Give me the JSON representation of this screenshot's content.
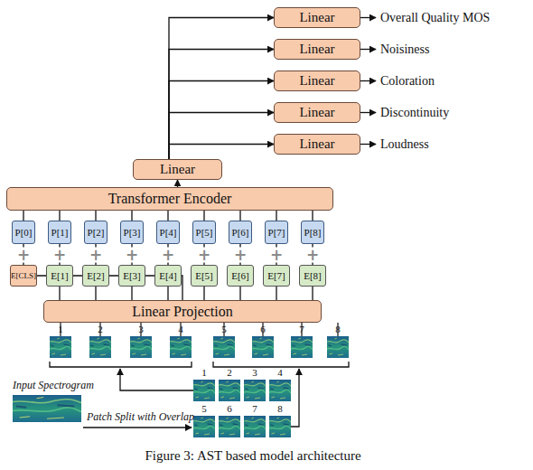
{
  "diagram": {
    "caption": "Figure 3: AST based model architecture",
    "nodes": [
      {
        "text": [
          "Linear"
        ]
      },
      {
        "text": [
          "Linear"
        ]
      },
      {
        "text": [
          "Linear"
        ]
      },
      {
        "text": [
          "Linear"
        ]
      },
      {
        "text": [
          "Linear"
        ]
      },
      {
        "text": [
          "Linear"
        ]
      },
      {
        "text": [
          "Transformer Encoder"
        ]
      },
      {
        "text": [
          "P[0]"
        ]
      },
      {
        "text": [
          "P[1]"
        ]
      },
      {
        "text": [
          "P[2]"
        ]
      },
      {
        "text": [
          "P[3]"
        ]
      },
      {
        "text": [
          "P[4]"
        ]
      },
      {
        "text": [
          "P[5]"
        ]
      },
      {
        "text": [
          "P[6]"
        ]
      },
      {
        "text": [
          "P[7]"
        ]
      },
      {
        "text": [
          "P[8]"
        ]
      },
      {
        "text": [
          "E[CLS]"
        ]
      },
      {
        "text": [
          "E[1]"
        ]
      },
      {
        "text": [
          "E[2]"
        ]
      },
      {
        "text": [
          "E[3]"
        ]
      },
      {
        "text": [
          "E[4]"
        ]
      },
      {
        "text": [
          "E[5]"
        ]
      },
      {
        "text": [
          "E[6]"
        ]
      },
      {
        "text": [
          "E[7]"
        ]
      },
      {
        "text": [
          "E[8]"
        ]
      },
      {
        "text": [
          "Linear Projection"
        ]
      }
    ],
    "edges": [
      {
        "from": 6,
        "to": 5,
        "arrow": "to"
      },
      {
        "from": 5,
        "to": 0,
        "arrow": "to"
      },
      {
        "from": 5,
        "to": 1,
        "arrow": "to"
      },
      {
        "from": 5,
        "to": 2,
        "arrow": "to"
      },
      {
        "from": 5,
        "to": 3,
        "arrow": "to"
      },
      {
        "from": 5,
        "to": 4,
        "arrow": "to"
      },
      {
        "from": 7,
        "to": 6,
        "arrow": "none"
      },
      {
        "from": 8,
        "to": 6,
        "arrow": "none"
      },
      {
        "from": 9,
        "to": 6,
        "arrow": "none"
      },
      {
        "from": 10,
        "to": 6,
        "arrow": "none"
      },
      {
        "from": 11,
        "to": 6,
        "arrow": "none"
      },
      {
        "from": 12,
        "to": 6,
        "arrow": "none"
      },
      {
        "from": 13,
        "to": 6,
        "arrow": "none"
      },
      {
        "from": 14,
        "to": 6,
        "arrow": "none"
      },
      {
        "from": 15,
        "to": 6,
        "arrow": "none"
      },
      {
        "from": 16,
        "to": 7,
        "label": "+",
        "arrow": "none"
      },
      {
        "from": 17,
        "to": 8,
        "label": "+",
        "arrow": "none"
      },
      {
        "from": 18,
        "to": 9,
        "label": "+",
        "arrow": "none"
      },
      {
        "from": 19,
        "to": 10,
        "label": "+",
        "arrow": "none"
      },
      {
        "from": 20,
        "to": 11,
        "label": "+",
        "arrow": "none"
      },
      {
        "from": 21,
        "to": 12,
        "label": "+",
        "arrow": "none"
      },
      {
        "from": 22,
        "to": 13,
        "label": "+",
        "arrow": "none"
      },
      {
        "from": 23,
        "to": 14,
        "label": "+",
        "arrow": "none"
      },
      {
        "from": 24,
        "to": 15,
        "label": "+",
        "arrow": "none"
      },
      {
        "from": 25,
        "to": 16,
        "arrow": "none"
      },
      {
        "from": 25,
        "to": 17,
        "arrow": "none"
      },
      {
        "from": 25,
        "to": 18,
        "arrow": "none"
      },
      {
        "from": 25,
        "to": 19,
        "arrow": "none"
      },
      {
        "from": 25,
        "to": 20,
        "arrow": "none"
      },
      {
        "from": 25,
        "to": 21,
        "arrow": "none"
      },
      {
        "from": 25,
        "to": 22,
        "arrow": "none"
      },
      {
        "from": 25,
        "to": 23,
        "arrow": "none"
      },
      {
        "from": 25,
        "to": 24,
        "arrow": "none"
      }
    ],
    "labels": [
      "Overall Quality MOS",
      "Noisiness",
      "Coloration",
      "Discontinuity",
      "Loudness",
      "1",
      "2",
      "3",
      "4",
      "5",
      "6",
      "7",
      "8",
      "1",
      "2",
      "3",
      "4",
      "5",
      "6",
      "7",
      "8",
      "Input Spectrogram",
      "Patch Split with Overlap"
    ]
  }
}
